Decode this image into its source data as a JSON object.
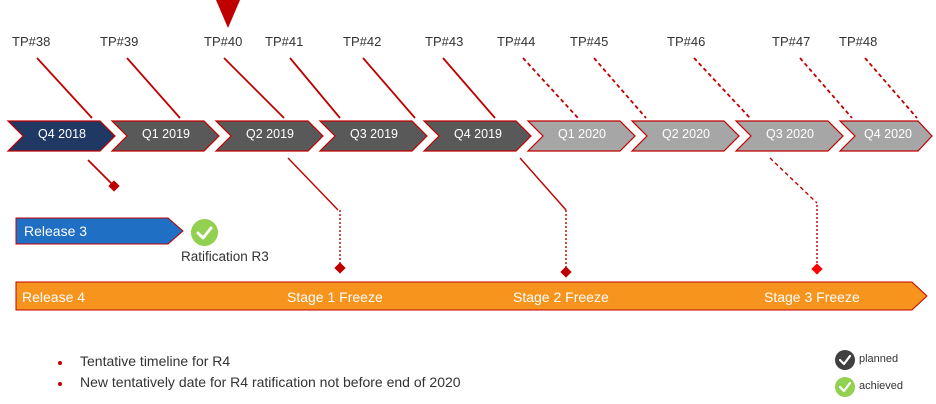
{
  "test_points": [
    "TP#38",
    "TP#39",
    "TP#40",
    "TP#41",
    "TP#42",
    "TP#43",
    "TP#44",
    "TP#45",
    "TP#46",
    "TP#47",
    "TP#48"
  ],
  "quarters": [
    "Q4 2018",
    "Q1 2019",
    "Q2 2019",
    "Q3 2019",
    "Q4 2019",
    "Q1 2020",
    "Q2 2020",
    "Q3 2020",
    "Q4 2020"
  ],
  "quarter_status": [
    "current",
    "past",
    "past",
    "past",
    "past",
    "future",
    "future",
    "future",
    "future"
  ],
  "current_marker": "TP#40",
  "release3": {
    "label": "Release 3",
    "milestone": "Ratification R3",
    "milestone_status": "achieved"
  },
  "release4": {
    "label": "Release 4",
    "milestones": [
      "Stage 1 Freeze",
      "Stage 2 Freeze",
      "Stage 3 Freeze"
    ]
  },
  "notes": [
    "Tentative timeline for R4",
    "New tentatively date for R4 ratification not before end of 2020"
  ],
  "legend": [
    {
      "label": "planned",
      "icon": "check-icon",
      "color": "#404040"
    },
    {
      "label": "achieved",
      "icon": "check-icon",
      "color": "#92d050"
    }
  ],
  "colors": {
    "current_quarter": "#1f3864",
    "past_quarter": "#595959",
    "future_quarter": "#a6a6a6",
    "release3": "#1f6fc4",
    "release4": "#f7941d",
    "accent": "#c00000",
    "achieved": "#92d050",
    "planned": "#404040"
  }
}
